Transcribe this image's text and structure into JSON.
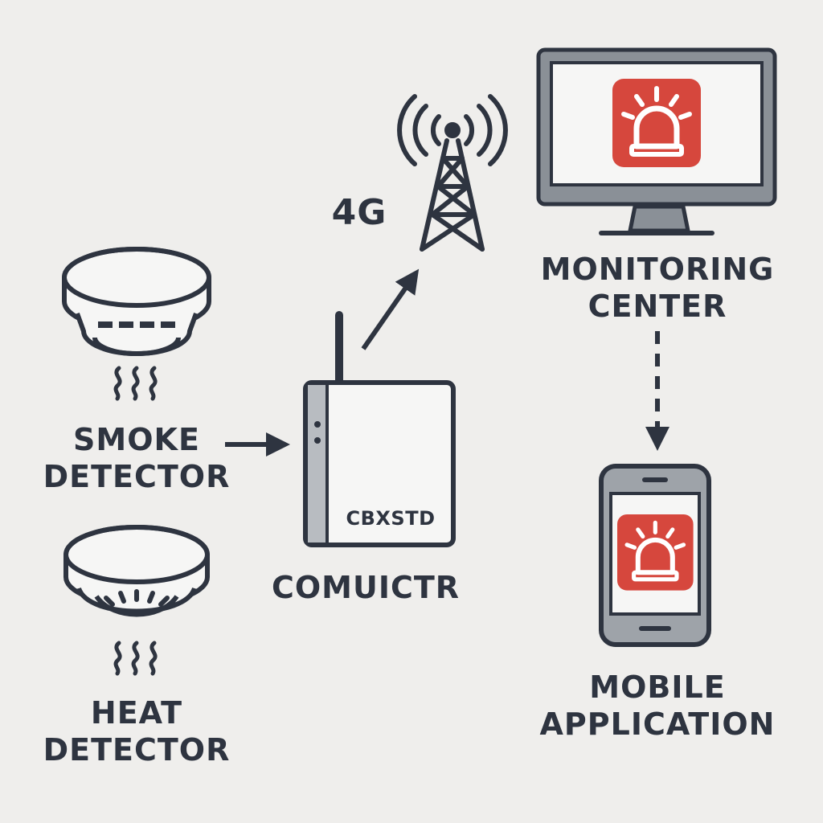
{
  "diagram": {
    "smoke_detector": {
      "line1": "SMOKE",
      "line2": "DETECTOR"
    },
    "heat_detector": {
      "line1": "HEAT",
      "line2": "DETECTOR"
    },
    "communicator": {
      "label": "COMUICTR",
      "device_label": "CBXSTD"
    },
    "network": {
      "label": "4G"
    },
    "monitoring_center": {
      "line1": "MONITORING",
      "line2": "CENTER"
    },
    "mobile_application": {
      "line1": "MOBILE",
      "line2": "APPLICATION"
    }
  },
  "colors": {
    "background": "#efeeec",
    "stroke": "#2e3440",
    "device_body": "#f6f6f5",
    "device_frame": "#9ea3a9",
    "screen_bezel": "#7e848b",
    "alarm_red": "#d6473d"
  },
  "icons": [
    "smoke-detector-icon",
    "heat-detector-icon",
    "heat-waves-icon",
    "communicator-device-icon",
    "cell-tower-icon",
    "monitor-icon",
    "smartphone-icon",
    "siren-alarm-icon"
  ]
}
